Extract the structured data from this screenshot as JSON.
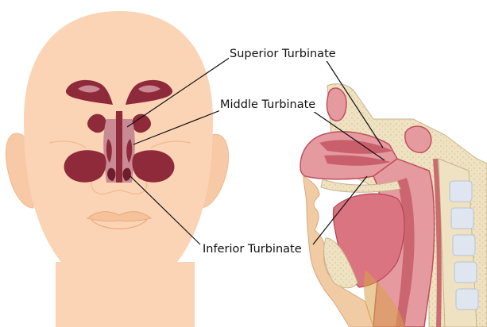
{
  "labels": {
    "superior": "Superior Turbinate",
    "middle": "Middle Turbinate",
    "inferior": "Inferior Turbinate"
  },
  "colors": {
    "skin": "#fbd4b6",
    "skin_outline": "#efb98f",
    "sinus": "#8e2a3a",
    "sinus_light": "#c98a94",
    "tissue_pink": "#e59aa0",
    "tissue_dark": "#c0505c",
    "bone": "#efe2c2",
    "bone_dot": "#d8c59a",
    "vertebra": "#dfe6f0",
    "leader_line": "#111111"
  }
}
